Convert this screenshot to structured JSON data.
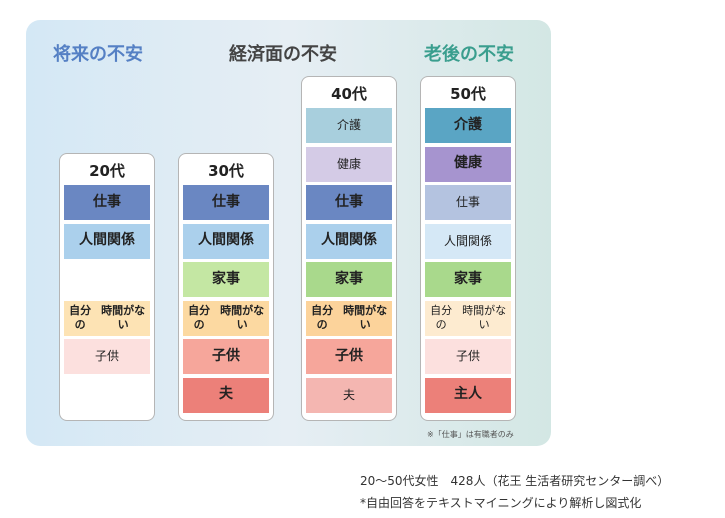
{
  "categories": [
    "将来の不安",
    "経済面の不安",
    "老後の不安"
  ],
  "columns": [
    {
      "title": "20代",
      "cells": [
        {
          "text": "仕事",
          "color": "#6a87c2",
          "bold": true
        },
        {
          "text": "人間関係",
          "color": "#abd0ec",
          "bold": true
        },
        {
          "text": "",
          "color": "#ffffff",
          "bold": false
        },
        {
          "text": "自分の\n時間がない",
          "color": "#fde3b4",
          "bold": true
        },
        {
          "text": "子供",
          "color": "#fce0de",
          "bold": false
        }
      ]
    },
    {
      "title": "30代",
      "cells": [
        {
          "text": "仕事",
          "color": "#6a87c2",
          "bold": true
        },
        {
          "text": "人間関係",
          "color": "#abd0ec",
          "bold": true
        },
        {
          "text": "家事",
          "color": "#c4e7a3",
          "bold": true
        },
        {
          "text": "自分の\n時間がない",
          "color": "#fcd9a1",
          "bold": true
        },
        {
          "text": "子供",
          "color": "#f6a69b",
          "bold": true
        },
        {
          "text": "夫",
          "color": "#ec8079",
          "bold": true
        }
      ]
    },
    {
      "title": "40代",
      "cells": [
        {
          "text": "介護",
          "color": "#a8cfdd",
          "bold": false
        },
        {
          "text": "健康",
          "color": "#d4cbe6",
          "bold": false
        },
        {
          "text": "仕事",
          "color": "#6a87c2",
          "bold": true
        },
        {
          "text": "人間関係",
          "color": "#abd0ec",
          "bold": true
        },
        {
          "text": "家事",
          "color": "#a9d98c",
          "bold": true
        },
        {
          "text": "自分の\n時間がない",
          "color": "#fcd39b",
          "bold": true
        },
        {
          "text": "子供",
          "color": "#f6a69b",
          "bold": true
        },
        {
          "text": "夫",
          "color": "#f4b6b1",
          "bold": false
        }
      ]
    },
    {
      "title": "50代",
      "cells": [
        {
          "text": "介護",
          "color": "#5aa5c4",
          "bold": true
        },
        {
          "text": "健康",
          "color": "#a694cf",
          "bold": true
        },
        {
          "text": "仕事",
          "color": "#b4c3e0",
          "bold": false
        },
        {
          "text": "人間関係",
          "color": "#d5e8f6",
          "bold": false
        },
        {
          "text": "家事",
          "color": "#a9d98c",
          "bold": true
        },
        {
          "text": "自分の\n時間がない",
          "color": "#fdebd0",
          "bold": false
        },
        {
          "text": "子供",
          "color": "#fce0de",
          "bold": false
        },
        {
          "text": "主人",
          "color": "#ec8079",
          "bold": true
        }
      ]
    }
  ],
  "note": "※「仕事」は有職者のみ",
  "source": "20～50代女性　428人（花王 生活者研究センター調べ）",
  "footnote": "*自由回答をテキストマイニングにより解析し図式化"
}
